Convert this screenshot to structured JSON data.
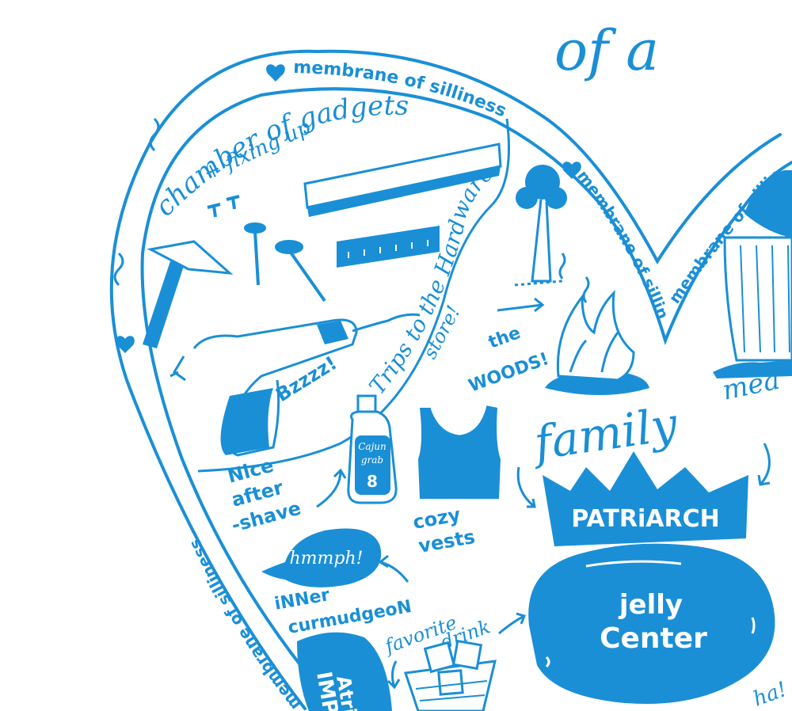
{
  "colors": {
    "ink": "#1a8fd6",
    "paper": "#ffffff"
  },
  "title_fragment": "of a",
  "membrane": {
    "top": "membrane of silliness",
    "right_upper": "membrane of silliness",
    "right_lower": "membrane of silliness",
    "left": "membrane of silliness"
  },
  "chamber": {
    "line1": "chamber of gadgets",
    "line2": "+ fixing up"
  },
  "hardware": {
    "line1": "Trips to the Hardware",
    "line2": "store!"
  },
  "woods": {
    "line1": "the",
    "line2": "WOODS!"
  },
  "drill_sound": "Bzzzz!",
  "aftershave": {
    "line1": "Nice",
    "line2": "after",
    "line3": "-shave",
    "bottle_line1": "Cajun",
    "bottle_line2": "grab",
    "bottle_line3": "8"
  },
  "vests": {
    "line1": "cozy",
    "line2": "vests"
  },
  "family": {
    "word": "family",
    "tail": "mea"
  },
  "patriarch": "PATRiARCH",
  "jelly": {
    "line1": "jelly",
    "line2": "Center"
  },
  "curmudgeon": {
    "bubble": "hmmph!",
    "line1": "iNNer",
    "line2": "curmudgeoN"
  },
  "drink": {
    "line1": "favorite",
    "line2": "drink"
  },
  "atrium": {
    "line1": "Atri",
    "line2": "IMPA"
  },
  "ha": "ha!"
}
